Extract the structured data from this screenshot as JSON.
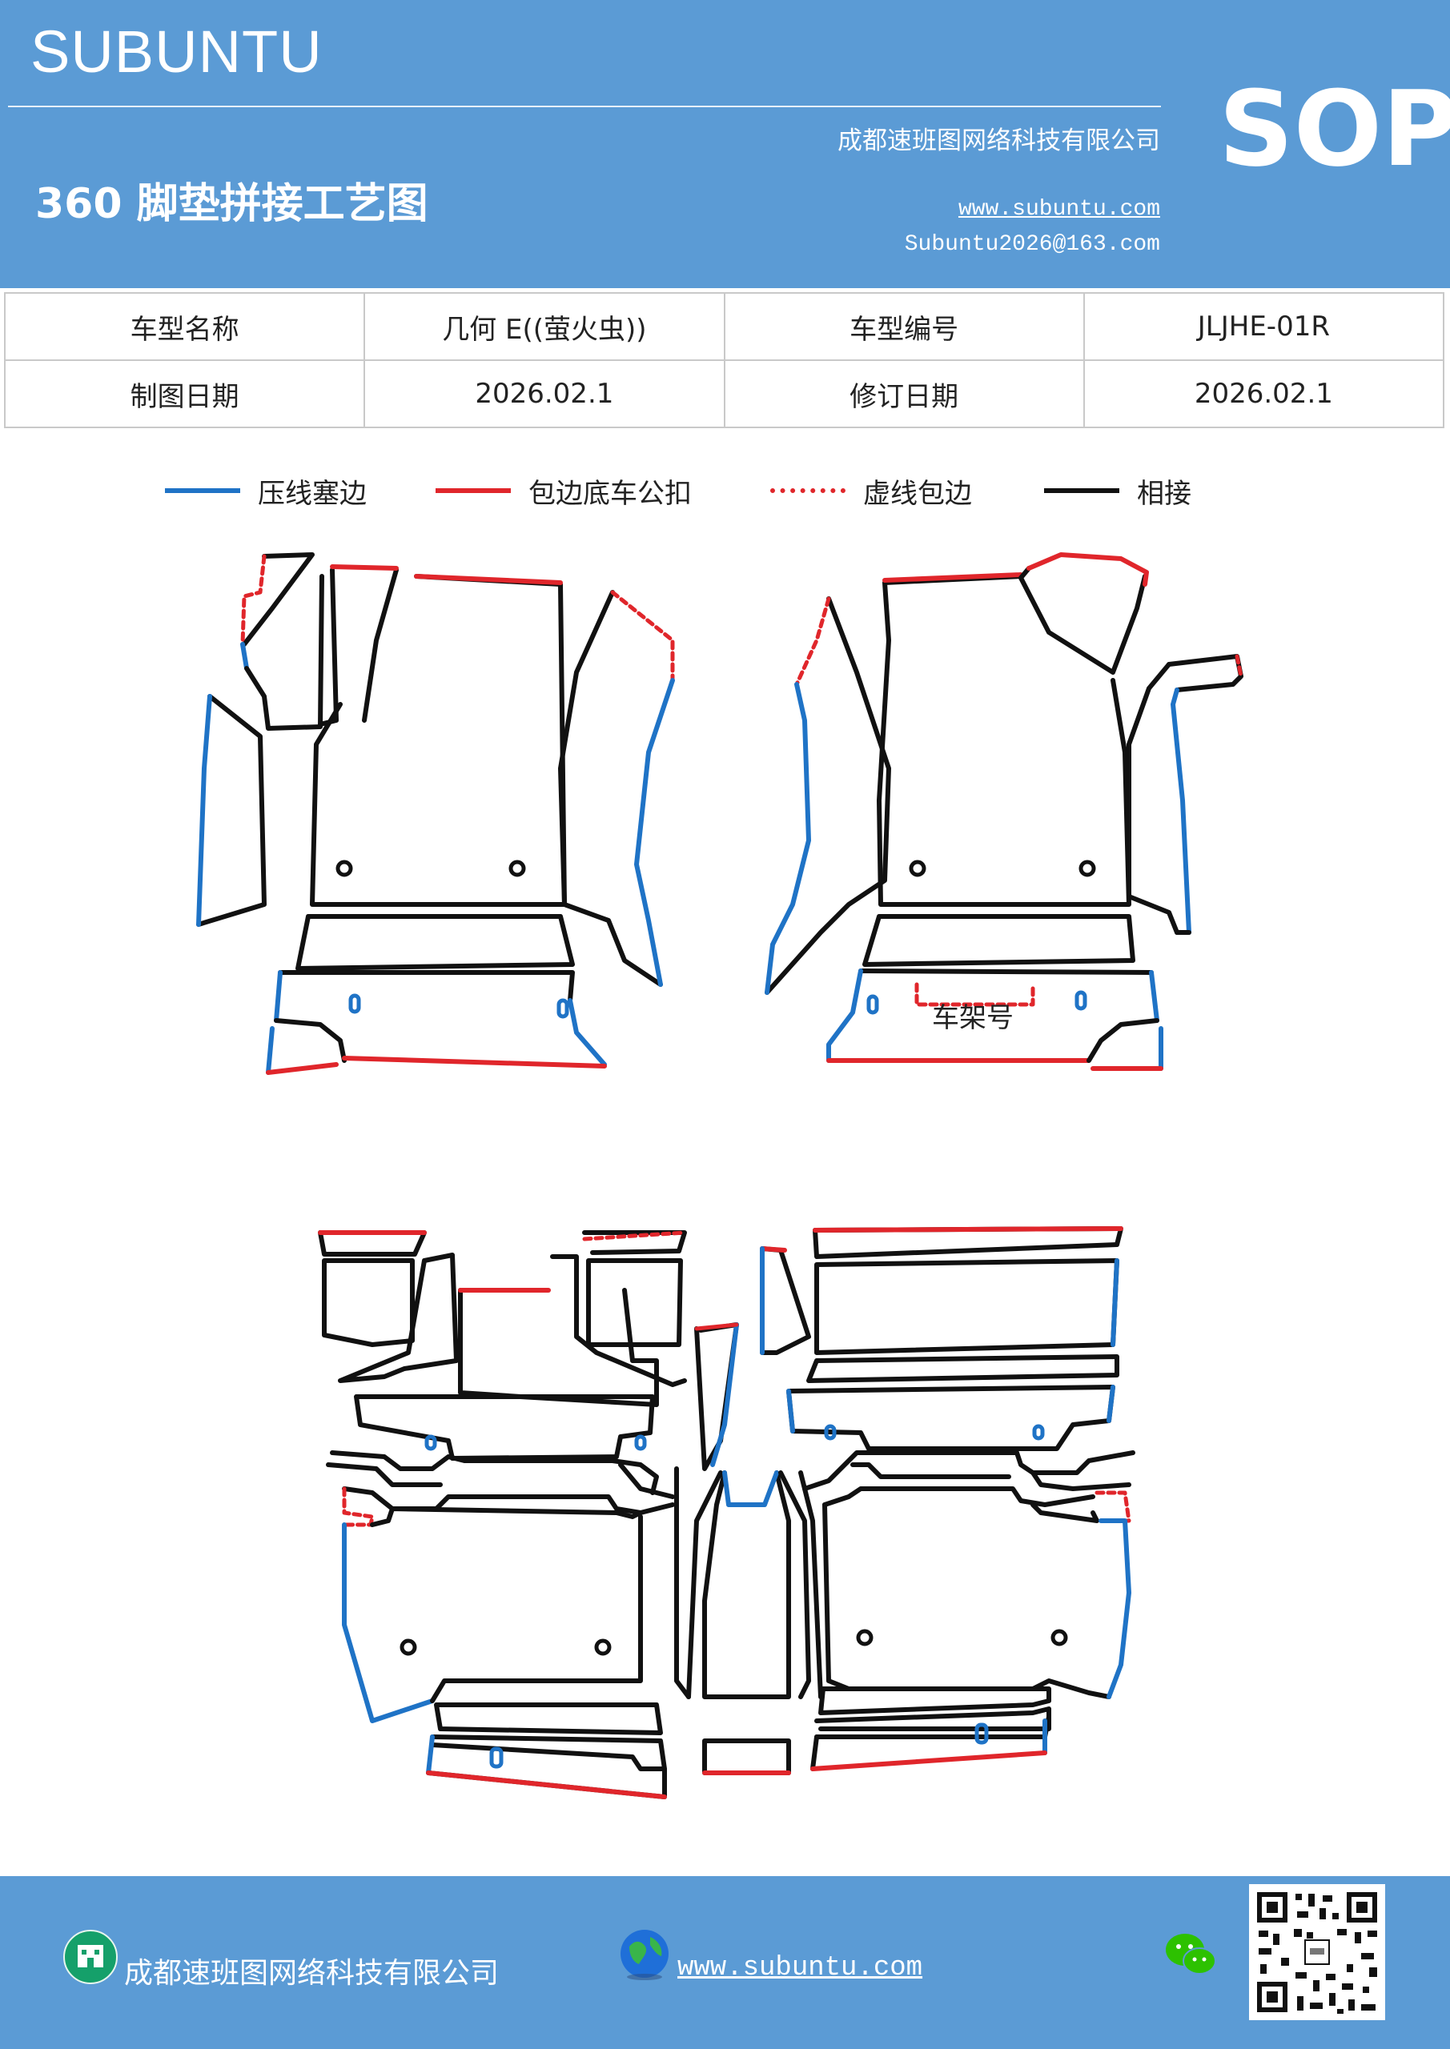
{
  "header": {
    "brand": "SUBUNTU",
    "company": "成都速班图网络科技有限公司",
    "title": "360 脚垫拼接工艺图",
    "website": "www.subuntu.com",
    "email": "Subuntu2026@163.com",
    "badge": "SOP"
  },
  "info_table": {
    "rows": [
      [
        "车型名称",
        "几何 E((萤火虫))",
        "车型编号",
        "JLJHE-01R"
      ],
      [
        "制图日期",
        "2026.02.1",
        "修订日期",
        "2026.02.1"
      ]
    ]
  },
  "legend": [
    {
      "label": "压线塞边",
      "color": "#1f73c6",
      "style": "solid"
    },
    {
      "label": "包边底车公扣",
      "color": "#e0262b",
      "style": "solid"
    },
    {
      "label": "虚线包边",
      "color": "#e0262b",
      "style": "dotted"
    },
    {
      "label": "相接",
      "color": "#111111",
      "style": "solid"
    }
  ],
  "diagram": {
    "label": "车架号",
    "colors": {
      "press": "#1f73c6",
      "wrap": "#e0262b",
      "join": "#111111"
    }
  },
  "footer": {
    "company": "成都速班图网络科技有限公司",
    "website": "www.subuntu.com",
    "icons": [
      "building-icon",
      "globe-icon",
      "wechat-icon",
      "qr-code"
    ]
  }
}
